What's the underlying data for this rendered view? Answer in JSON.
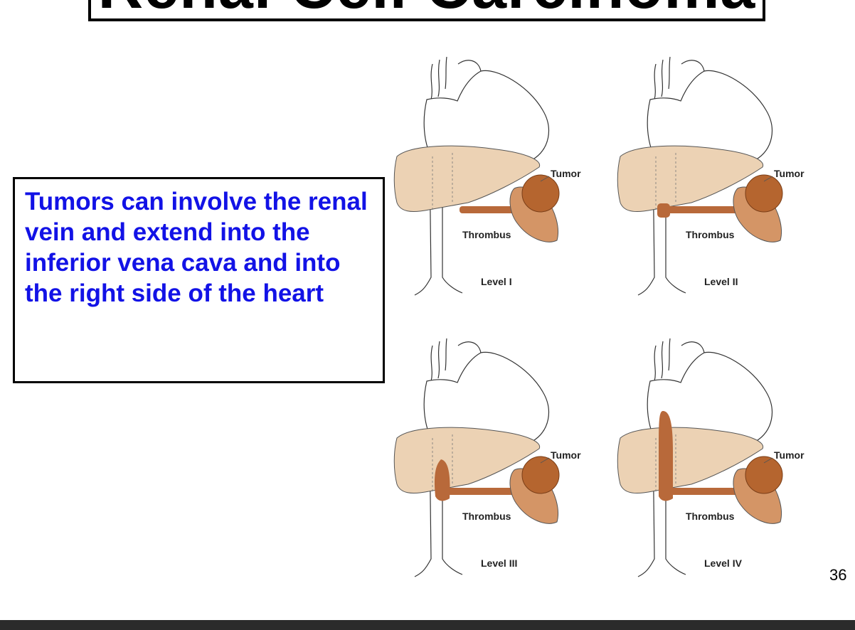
{
  "slide": {
    "title": "Renal Cell Carcinoma",
    "note": "Tumors can involve the renal vein and extend into the inferior vena cava and into the right side of the heart",
    "page_number": "36"
  },
  "figure": {
    "panels": [
      {
        "tumor": "Tumor",
        "thrombus": "Thrombus",
        "level": "Level I"
      },
      {
        "tumor": "Tumor",
        "thrombus": "Thrombus",
        "level": "Level II"
      },
      {
        "tumor": "Tumor",
        "thrombus": "Thrombus",
        "level": "Level III"
      },
      {
        "tumor": "Tumor",
        "thrombus": "Thrombus",
        "level": "Level IV"
      }
    ]
  },
  "colors": {
    "note_text": "#1212e6",
    "liver": "#ecd2b4",
    "thrombus": "#b8693a",
    "tumor": "#b5652f"
  }
}
